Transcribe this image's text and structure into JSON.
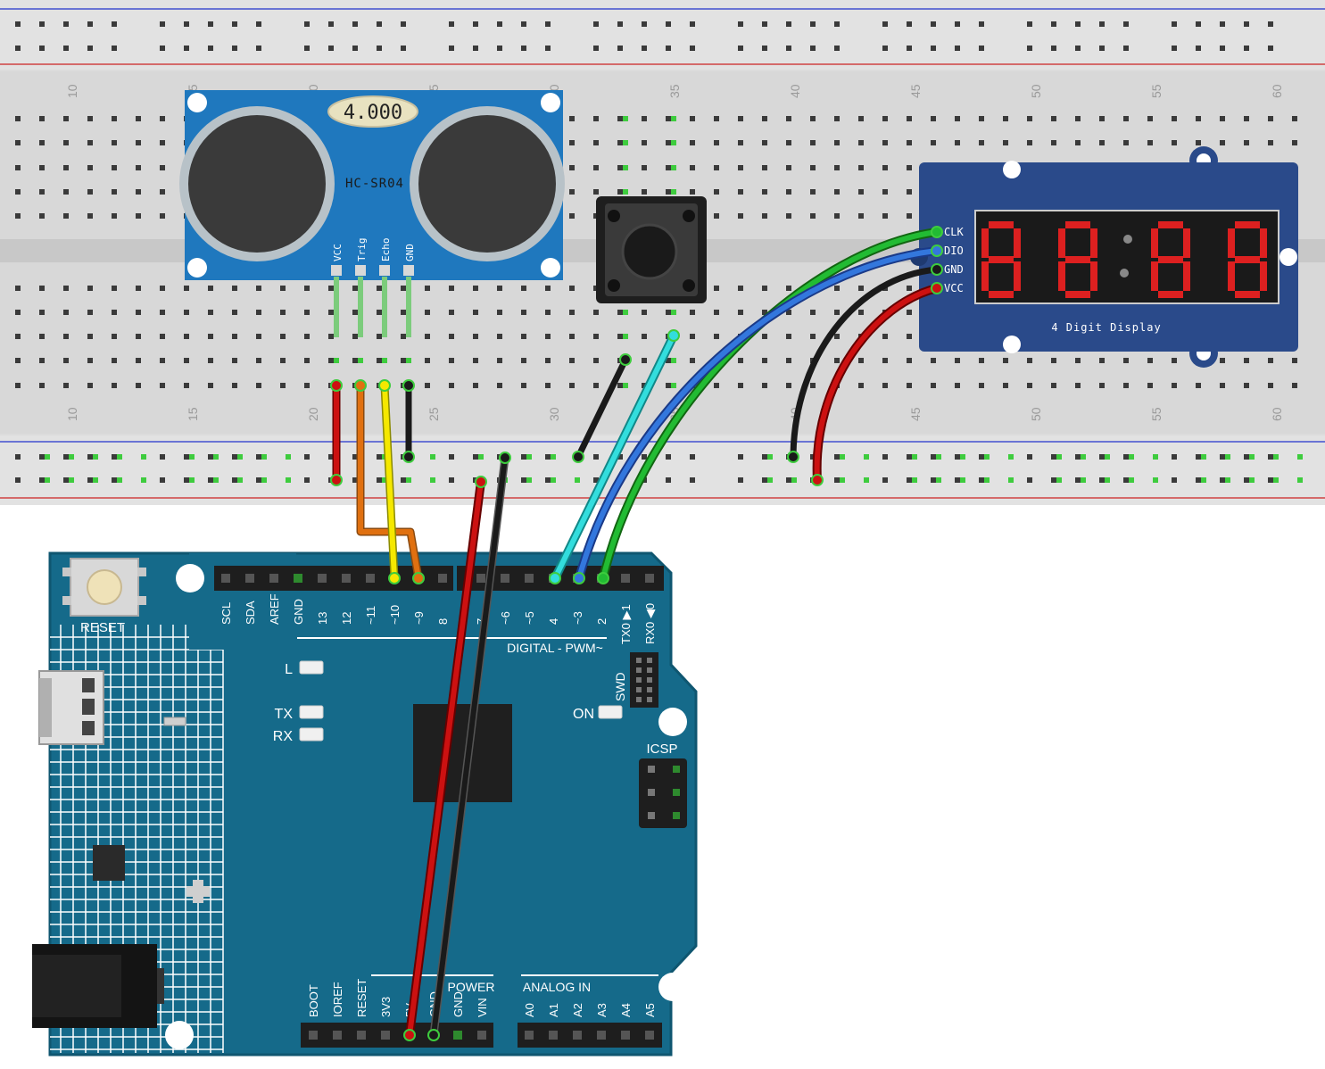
{
  "breadboard": {
    "column_numbers": [
      "10",
      "15",
      "20",
      "25",
      "30",
      "35",
      "40",
      "45",
      "50",
      "55",
      "60"
    ]
  },
  "sensor": {
    "reading": "4.000",
    "model": "HC-SR04",
    "pins": [
      "VCC",
      "Trig",
      "Echo",
      "GND"
    ]
  },
  "display": {
    "pins": [
      "CLK",
      "DIO",
      "GND",
      "VCC"
    ],
    "label": "4 Digit Display",
    "digit_color": "#dd2020"
  },
  "arduino": {
    "reset_label": "RESET",
    "top_header": [
      "SCL",
      "SDA",
      "AREF",
      "GND",
      "13",
      "12",
      "~11",
      "~10",
      "~9",
      "8",
      "7",
      "~6",
      "~5",
      "4",
      "~3",
      "2",
      "TX0 ▶1",
      "RX0 ◀0"
    ],
    "digital_label": "DIGITAL - PWM~",
    "swd_label": "SWD",
    "led_l": "L",
    "led_tx": "TX",
    "led_rx": "RX",
    "led_on": "ON",
    "icsp_label": "ICSP",
    "power_label": "POWER",
    "power_pins": [
      "BOOT",
      "IOREF",
      "RESET",
      "3V3",
      "5V",
      "GND",
      "GND",
      "VIN"
    ],
    "analog_label": "ANALOG IN",
    "analog_pins": [
      "A0",
      "A1",
      "A2",
      "A3",
      "A4",
      "A5"
    ]
  },
  "colors": {
    "board_blue": "#156a8a",
    "sensor_blue": "#1f78be",
    "display_blue": "#2a4a8a",
    "wire_red": "#cc1111",
    "wire_black": "#1a1a1a",
    "wire_yellow": "#f5e800",
    "wire_orange": "#e07010",
    "wire_green": "#22bb33",
    "wire_blue": "#3377dd",
    "wire_cyan": "#33dddd"
  }
}
